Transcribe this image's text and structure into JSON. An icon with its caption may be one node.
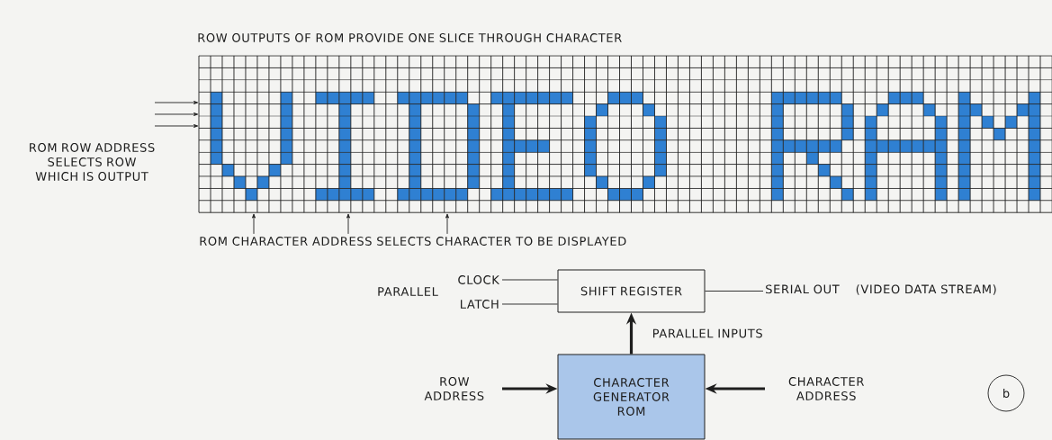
{
  "diagram": {
    "nodes": [
      {
        "text": [],
        "shape": "grid"
      },
      {
        "text": [
          "ROM CHARACTER ADDRESS SELECTS CHARACTER TO BE DISPLAYED"
        ]
      },
      {
        "text": [
          "CLOCK"
        ]
      },
      {
        "text": [
          "LATCH"
        ]
      },
      {
        "text": [
          "SHIFT REGISTER"
        ]
      },
      {
        "text": [
          "SERIAL OUT",
          "(VIDEO DATA STREAM)"
        ]
      },
      {
        "text": [
          "ROW ADDRESS"
        ]
      },
      {
        "text": [
          "CHARACTER GENERATOR ROM"
        ]
      },
      {
        "text": [
          "CHARACTER ADDRESS"
        ]
      },
      {
        "text": [
          "b"
        ]
      }
    ],
    "edges": [
      {
        "from": null,
        "to": 0,
        "arrow": "to"
      },
      {
        "from": null,
        "to": 0,
        "arrow": "to"
      },
      {
        "from": null,
        "to": 0,
        "arrow": "to"
      },
      {
        "from": 1,
        "to": 0,
        "arrow": "to"
      },
      {
        "from": 1,
        "to": 0,
        "arrow": "to"
      },
      {
        "from": 1,
        "to": 0,
        "arrow": "to"
      },
      {
        "from": 2,
        "to": 4,
        "arrow": "none"
      },
      {
        "from": 3,
        "to": 4,
        "arrow": "none"
      },
      {
        "from": 4,
        "to": 5,
        "arrow": "none"
      },
      {
        "from": 7,
        "to": 4,
        "arrow": "to",
        "style": "thick",
        "label": "PARALLEL INPUTS"
      },
      {
        "from": 6,
        "to": 7,
        "arrow": "to",
        "style": "thick"
      },
      {
        "from": 8,
        "to": 7,
        "arrow": "to",
        "style": "thick"
      }
    ],
    "labels": [
      "ROW OUTPUTS OF ROM PROVIDE ONE SLICE THROUGH CHARACTER",
      "ROM ROW ADDRESS SELECTS ROW WHICH IS OUTPUT",
      "PARALLEL"
    ]
  }
}
